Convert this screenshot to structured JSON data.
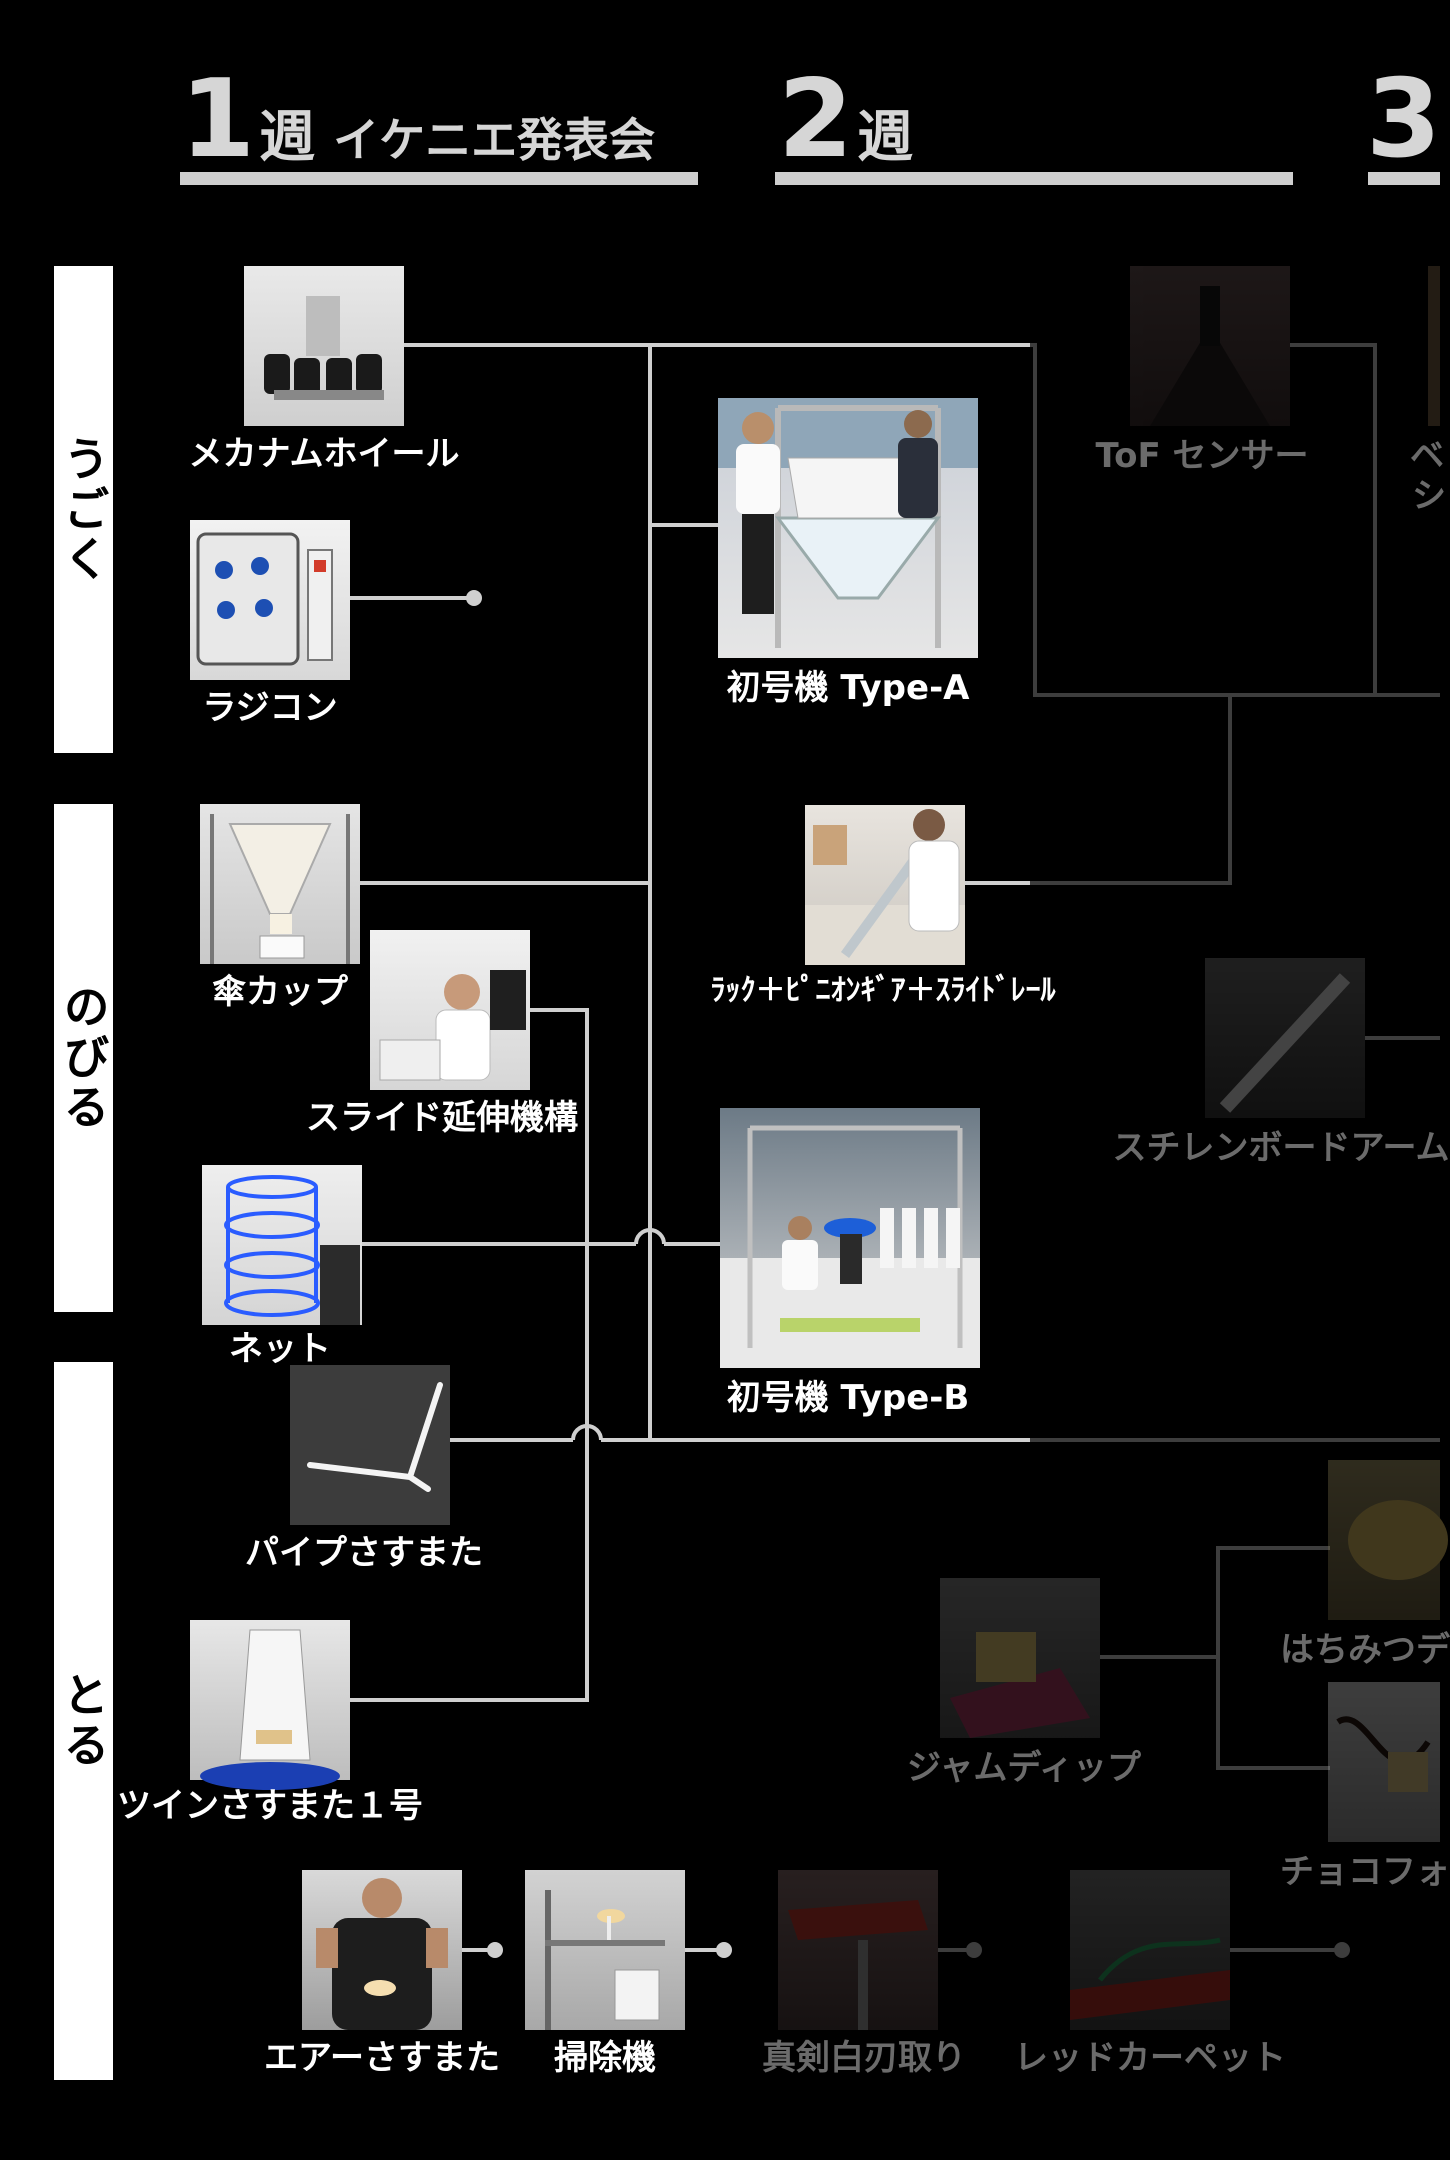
{
  "weeks": [
    {
      "number": "1",
      "unit": "週",
      "subtitle": "イケニエ発表会"
    },
    {
      "number": "2",
      "unit": "週",
      "subtitle": ""
    },
    {
      "number": "3",
      "unit": "",
      "subtitle": ""
    }
  ],
  "categories": [
    "うごく",
    "のびる",
    "とる"
  ],
  "nodes": {
    "mecanum": {
      "label": "メカナムホイール",
      "icon": "photo-mecanum-wheel-robot"
    },
    "radicon": {
      "label": "ラジコン",
      "icon": "photo-radio-controller"
    },
    "umbrella_cup": {
      "label": "傘カップ",
      "icon": "photo-umbrella-cup"
    },
    "slide_extend": {
      "label": "スライド延伸機構",
      "icon": "photo-person-with-slide"
    },
    "net": {
      "label": "ネット",
      "icon": "photo-blue-net"
    },
    "pipe_sasumata": {
      "label": "パイプさすまた",
      "icon": "photo-pipe-on-carpet"
    },
    "twin_sasumata": {
      "label": "ツインさすまた１号",
      "icon": "photo-twin-sasumata"
    },
    "air_sasumata": {
      "label": "エアーさすまた",
      "icon": "photo-person-holding-bread"
    },
    "vacuum": {
      "label": "掃除機",
      "icon": "photo-vacuum-rig"
    },
    "type_a": {
      "label": "初号機 Type-A",
      "icon": "photo-type-a-frame"
    },
    "rack_pinion": {
      "label": "ﾗｯｸ＋ﾋﾟﾆｵﾝｷﾞｱ＋ｽﾗｲﾄﾞﾚｰﾙ",
      "icon": "photo-rack-pinion"
    },
    "type_b": {
      "label": "初号機 Type-B",
      "icon": "photo-type-b-team"
    },
    "tof": {
      "label": "ToF センサー",
      "icon": "photo-tof-sensor"
    },
    "cut_b": {
      "label": "ベ",
      "icon": ""
    },
    "cut_shi": {
      "label": "シ",
      "icon": ""
    },
    "styrene_arm": {
      "label": "スチレンボードアーム",
      "icon": "photo-styrene-arm"
    },
    "jam_dip": {
      "label": "ジャムディップ",
      "icon": "photo-jam-dip"
    },
    "honey": {
      "label": "はちみつデ",
      "icon": "photo-honey"
    },
    "choco": {
      "label": "チョコフォ",
      "icon": "photo-chocolate"
    },
    "shinken": {
      "label": "真剣白刃取り",
      "icon": "photo-shinken"
    },
    "red_carpet": {
      "label": "レッドカーペット",
      "icon": "photo-red-carpet"
    }
  },
  "colors": {
    "background": "#000000",
    "line": "#cfcfcf",
    "faded_line": "#3d3d3d",
    "label_active": "#ffffff",
    "label_faded": "#6b6b6b",
    "category_bg": "#ffffff"
  }
}
